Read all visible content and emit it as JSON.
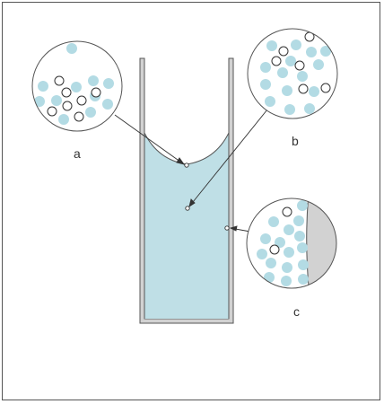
{
  "labels": {
    "a": "a",
    "b": "b",
    "c": "c"
  },
  "colors": {
    "liquid": "#bfdfe6",
    "particle": "#b3dbe4",
    "wall": "#d2d2d2",
    "outline": "#555555"
  }
}
